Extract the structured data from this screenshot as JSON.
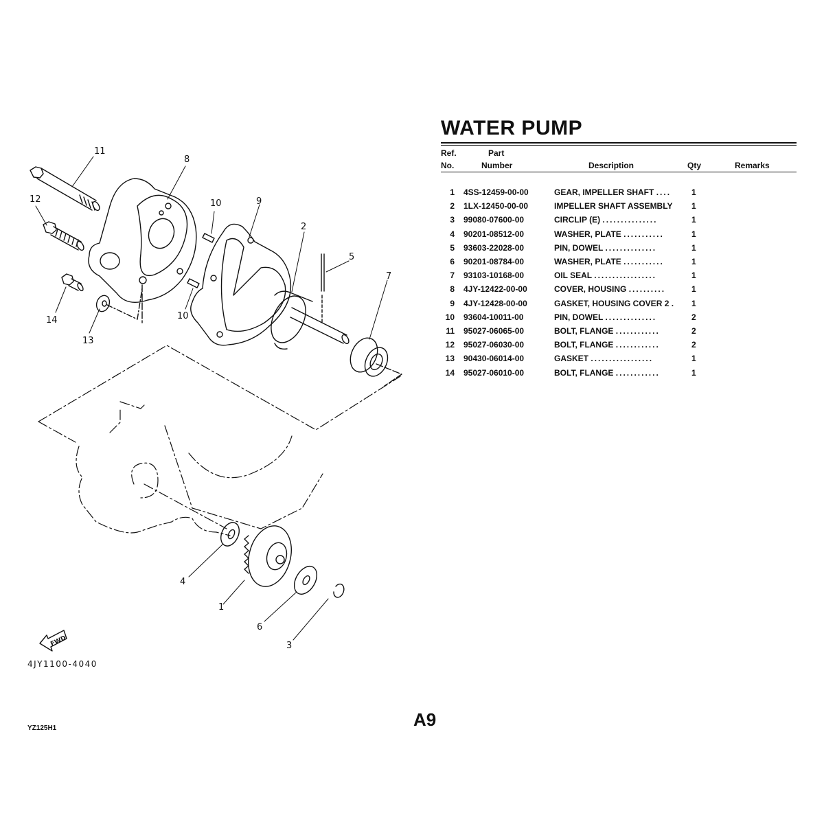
{
  "title": "WATER PUMP",
  "table": {
    "headers": {
      "ref_line1": "Ref.",
      "ref_line2": "No.",
      "part_line1": "Part",
      "part_line2": "Number",
      "description": "Description",
      "qty": "Qty",
      "remarks": "Remarks"
    },
    "rows": [
      {
        "ref": "1",
        "part_number": "4SS-12459-00-00",
        "description": "GEAR, IMPELLER SHAFT",
        "leader": "....",
        "qty": "1",
        "remarks": ""
      },
      {
        "ref": "2",
        "part_number": "1LX-12450-00-00",
        "description": "IMPELLER SHAFT ASSEMBLY",
        "leader": "",
        "qty": "1",
        "remarks": ""
      },
      {
        "ref": "3",
        "part_number": "99080-07600-00",
        "description": "CIRCLIP (E)",
        "leader": "...............",
        "qty": "1",
        "remarks": ""
      },
      {
        "ref": "4",
        "part_number": "90201-08512-00",
        "description": "WASHER, PLATE",
        "leader": "...........",
        "qty": "1",
        "remarks": ""
      },
      {
        "ref": "5",
        "part_number": "93603-22028-00",
        "description": "PIN, DOWEL",
        "leader": "..............",
        "qty": "1",
        "remarks": ""
      },
      {
        "ref": "6",
        "part_number": "90201-08784-00",
        "description": "WASHER, PLATE",
        "leader": "...........",
        "qty": "1",
        "remarks": ""
      },
      {
        "ref": "7",
        "part_number": "93103-10168-00",
        "description": "OIL SEAL",
        "leader": ".................",
        "qty": "1",
        "remarks": ""
      },
      {
        "ref": "8",
        "part_number": "4JY-12422-00-00",
        "description": "COVER, HOUSING",
        "leader": "..........",
        "qty": "1",
        "remarks": ""
      },
      {
        "ref": "9",
        "part_number": "4JY-12428-00-00",
        "description": "GASKET, HOUSING COVER 2",
        "leader": ".",
        "qty": "1",
        "remarks": ""
      },
      {
        "ref": "10",
        "part_number": "93604-10011-00",
        "description": "PIN, DOWEL",
        "leader": "..............",
        "qty": "2",
        "remarks": ""
      },
      {
        "ref": "11",
        "part_number": "95027-06065-00",
        "description": "BOLT, FLANGE",
        "leader": "............",
        "qty": "2",
        "remarks": ""
      },
      {
        "ref": "12",
        "part_number": "95027-06030-00",
        "description": "BOLT, FLANGE",
        "leader": "............",
        "qty": "2",
        "remarks": ""
      },
      {
        "ref": "13",
        "part_number": "90430-06014-00",
        "description": "GASKET",
        "leader": ".................",
        "qty": "1",
        "remarks": ""
      },
      {
        "ref": "14",
        "part_number": "95027-06010-00",
        "description": "BOLT, FLANGE",
        "leader": "............",
        "qty": "1",
        "remarks": ""
      }
    ]
  },
  "diagram": {
    "callouts": [
      "11",
      "8",
      "12",
      "10",
      "9",
      "2",
      "5",
      "7",
      "14",
      "13",
      "10",
      "4",
      "1",
      "6",
      "3"
    ],
    "fwd_label": "FWD",
    "illustration_code": "4JY1100-4040"
  },
  "footer": {
    "model": "YZ125H1",
    "page": "A9"
  }
}
